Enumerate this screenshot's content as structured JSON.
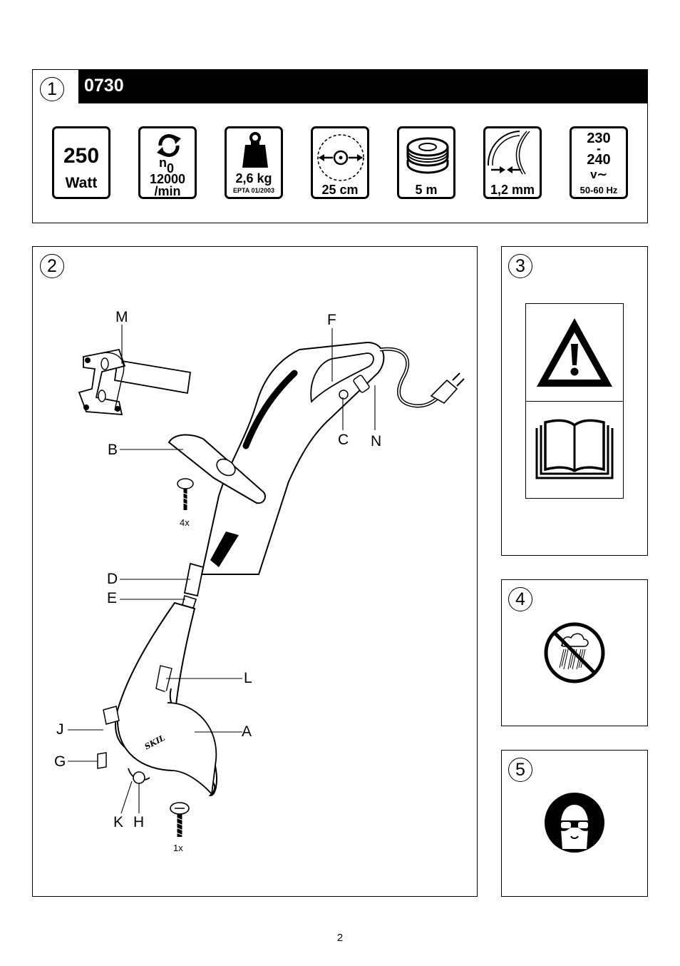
{
  "panel1": {
    "number": "1",
    "model": "0730",
    "specs": {
      "power_value": "250",
      "power_unit": "Watt",
      "speed_symbol": "n",
      "speed_sub": "0",
      "speed_value": "12000",
      "speed_unit": "/min",
      "weight_value": "2,6 kg",
      "weight_note": "EPTA 01/2003",
      "cut_diameter": "25 cm",
      "line_length": "5 m",
      "line_thickness": "1,2 mm",
      "voltage_low": "230",
      "voltage_dash": "-",
      "voltage_high": "240",
      "voltage_symbol": "v∼",
      "frequency": "50-60 Hz"
    }
  },
  "panel2": {
    "number": "2",
    "labels": {
      "M": "M",
      "F": "F",
      "B": "B",
      "C": "C",
      "N": "N",
      "D": "D",
      "E": "E",
      "L": "L",
      "J": "J",
      "A": "A",
      "G": "G",
      "K": "K",
      "H": "H"
    },
    "screw_count_top": "4x",
    "screw_count_bottom": "1x",
    "brand_mark": "SKIL"
  },
  "panel3": {
    "number": "3"
  },
  "panel4": {
    "number": "4"
  },
  "panel5": {
    "number": "5"
  },
  "page_number": "2"
}
